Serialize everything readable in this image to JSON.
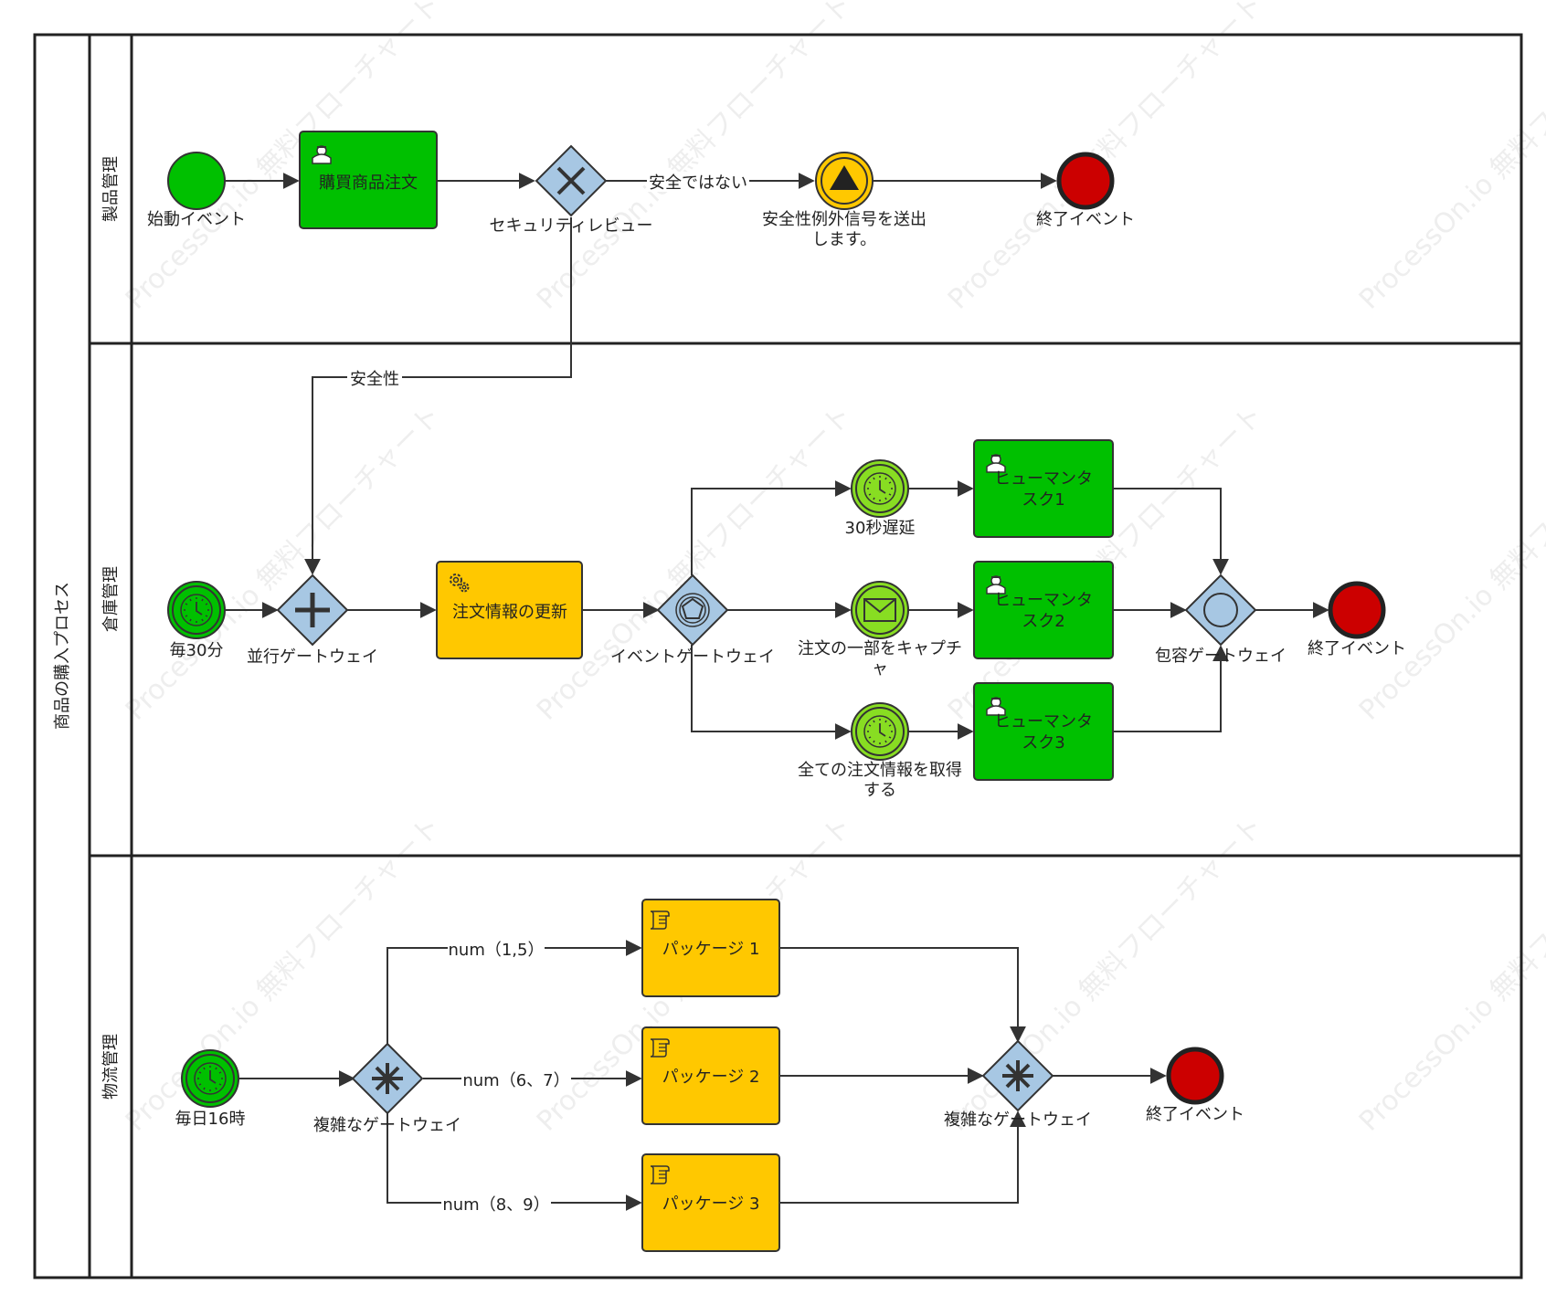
{
  "diagram": {
    "pool_title": "商品の購入プロセス",
    "lanes": {
      "product": "製品管理",
      "warehouse": "倉庫管理",
      "logistics": "物流管理"
    },
    "watermark": "ProcessOn.io 無料フローチャート",
    "product_lane": {
      "start_event": "始動イベント",
      "task_order": "購買商品注文",
      "gateway_security": "セキュリティレビュー",
      "flow_unsafe": "安全ではない",
      "signal_event_line1": "安全性例外信号を送出",
      "signal_event_line2": "します。",
      "end_event": "終了イベント"
    },
    "warehouse_lane": {
      "flow_safe": "安全性",
      "timer_start": "毎30分",
      "parallel_gateway": "並行ゲートウェイ",
      "task_update": "注文情報の更新",
      "event_gateway": "イベントゲートウェイ",
      "timer_30s": "30秒遅延",
      "message_event_line1": "注文の一部をキャプチ",
      "message_event_line2": "ャ",
      "timer_all_line1": "全ての注文情報を取得",
      "timer_all_line2": "する",
      "human_task_1_line1": "ヒューマンタ",
      "human_task_1_line2": "スク1",
      "human_task_2_line1": "ヒューマンタ",
      "human_task_2_line2": "スク2",
      "human_task_3_line1": "ヒューマンタ",
      "human_task_3_line2": "スク3",
      "inclusive_gateway": "包容ゲートウェイ",
      "end_event": "終了イベント"
    },
    "logistics_lane": {
      "timer_start": "毎日16時",
      "complex_gateway_1": "複雑なゲートウェイ",
      "flow_1": "num（1,5）",
      "flow_2": "num（6、7）",
      "flow_3": "num（8、9）",
      "package_1": "パッケージ 1",
      "package_2": "パッケージ 2",
      "package_3": "パッケージ 3",
      "complex_gateway_2": "複雑なゲートウェイ",
      "end_event": "終了イベント"
    }
  }
}
